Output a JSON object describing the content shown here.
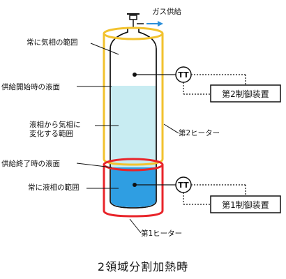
{
  "labels": {
    "gas_supply": "ガス供給",
    "always_gas": "常に気相の範囲",
    "supply_start_level": "供給開始時の液面",
    "liquid_to_gas_line1": "液相から気相に",
    "liquid_to_gas_line2": "変化する範囲",
    "supply_end_level": "供給終了時の液面",
    "always_liquid": "常に液相の範囲",
    "heater2": "第2ヒーター",
    "heater1": "第1ヒーター",
    "sensor_upper": "TT",
    "sensor_lower": "TT",
    "controller2": "第2制御装置",
    "controller1": "第1制御装置"
  },
  "caption": "2領域分割加熱時",
  "colors": {
    "heater2": "#f2c22e",
    "heater1": "#e8242a",
    "liquid_light": "#c8ecf2",
    "liquid_dark": "#2f9ee2",
    "arrow": "#2b8fd9"
  }
}
